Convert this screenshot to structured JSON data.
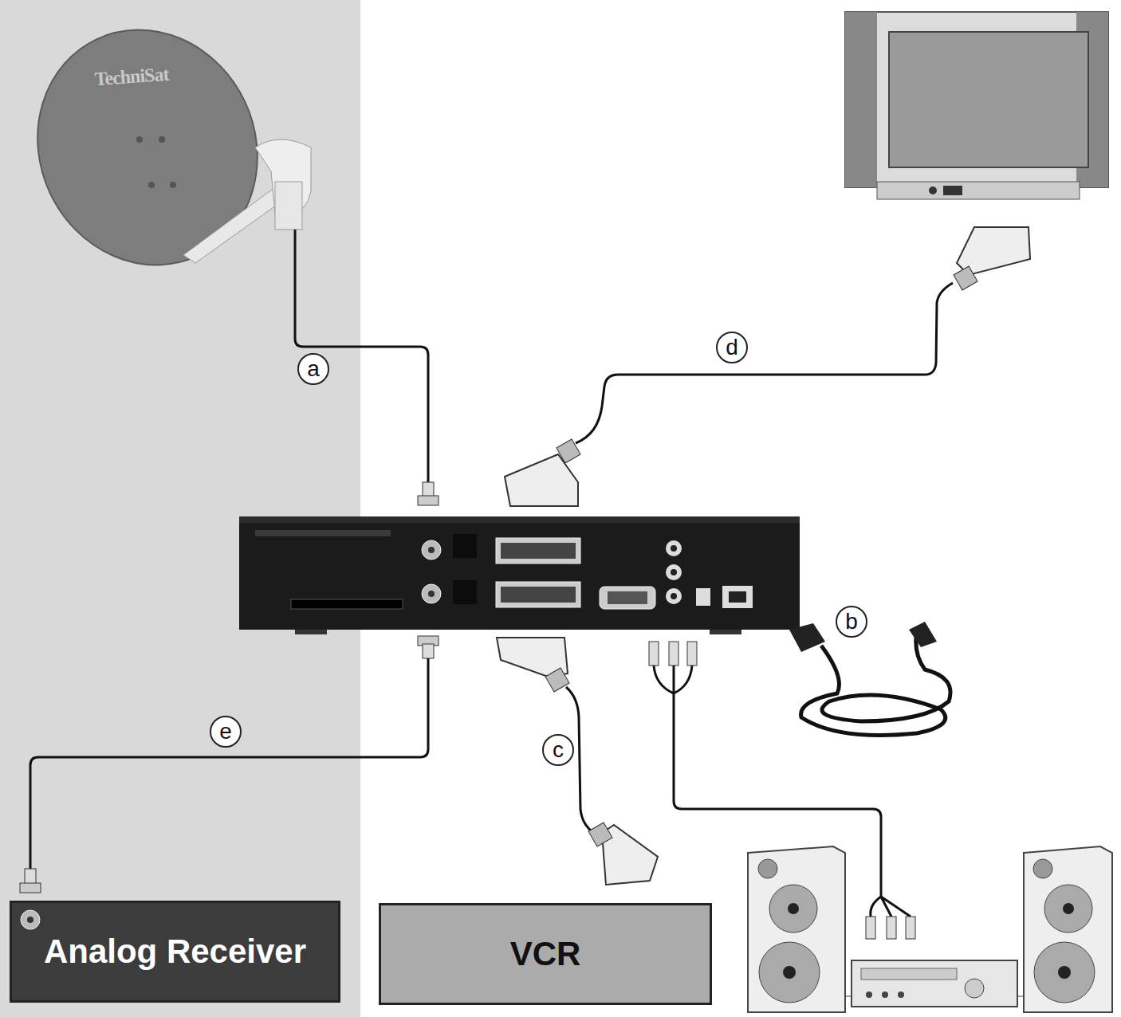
{
  "diagram": {
    "nodes": [
      {
        "text": [
          "Analog Receiver"
        ]
      },
      {
        "text": [
          "VCR"
        ]
      }
    ],
    "labels": [
      "TechniSat",
      "d",
      "a",
      "b",
      "e",
      "c"
    ]
  }
}
